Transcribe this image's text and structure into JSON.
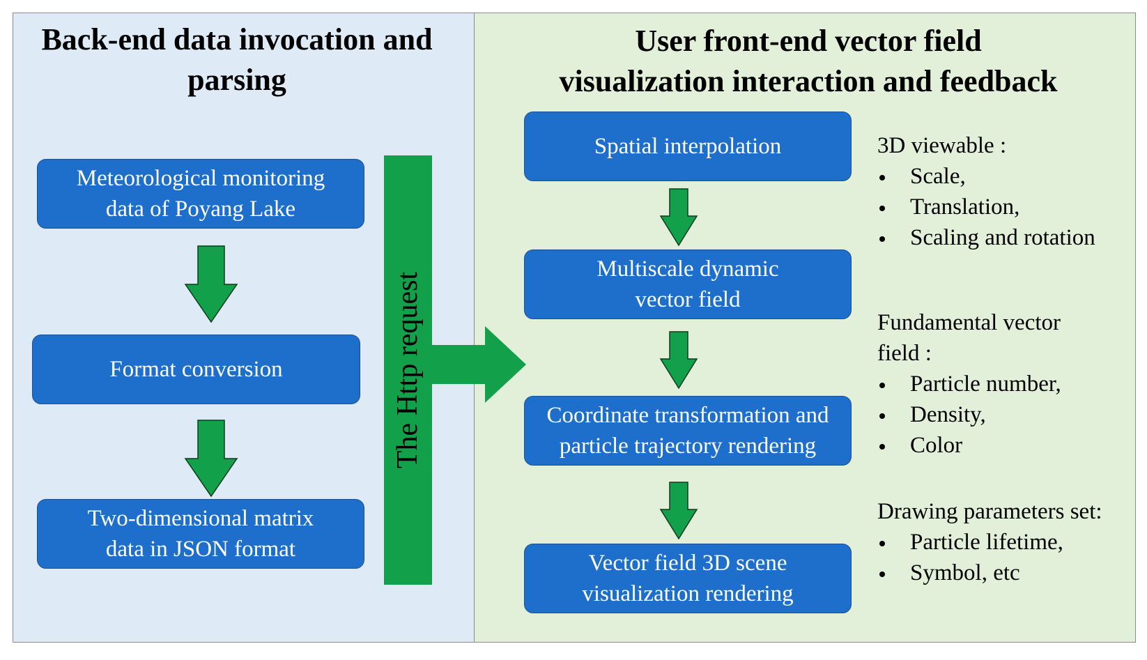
{
  "left_panel": {
    "title": "Back-end data invocation and\nparsing",
    "steps": [
      "Meteorological monitoring\ndata of Poyang Lake",
      "Format conversion",
      "Two-dimensional matrix\ndata in JSON format"
    ]
  },
  "connector": {
    "label": "The Http request"
  },
  "right_panel": {
    "title": "User front-end vector field\nvisualization interaction and feedback",
    "steps": [
      "Spatial interpolation",
      "Multiscale dynamic\nvector field",
      "Coordinate transformation and\nparticle trajectory rendering",
      "Vector field 3D scene\nvisualization rendering"
    ],
    "notes": [
      {
        "heading": "3D viewable :",
        "items": [
          "Scale,",
          "Translation,",
          "Scaling and rotation"
        ]
      },
      {
        "heading": "Fundamental vector\nfield :",
        "items": [
          "Particle number,",
          "Density,",
          "Color"
        ]
      },
      {
        "heading": "Drawing parameters set:",
        "items": [
          "Particle lifetime,",
          "Symbol, etc"
        ]
      }
    ]
  },
  "colors": {
    "left_background": "#deeaf6",
    "right_background": "#e2efd9",
    "box_fill": "#1e6fcc",
    "arrow_green": "#12a14a"
  }
}
